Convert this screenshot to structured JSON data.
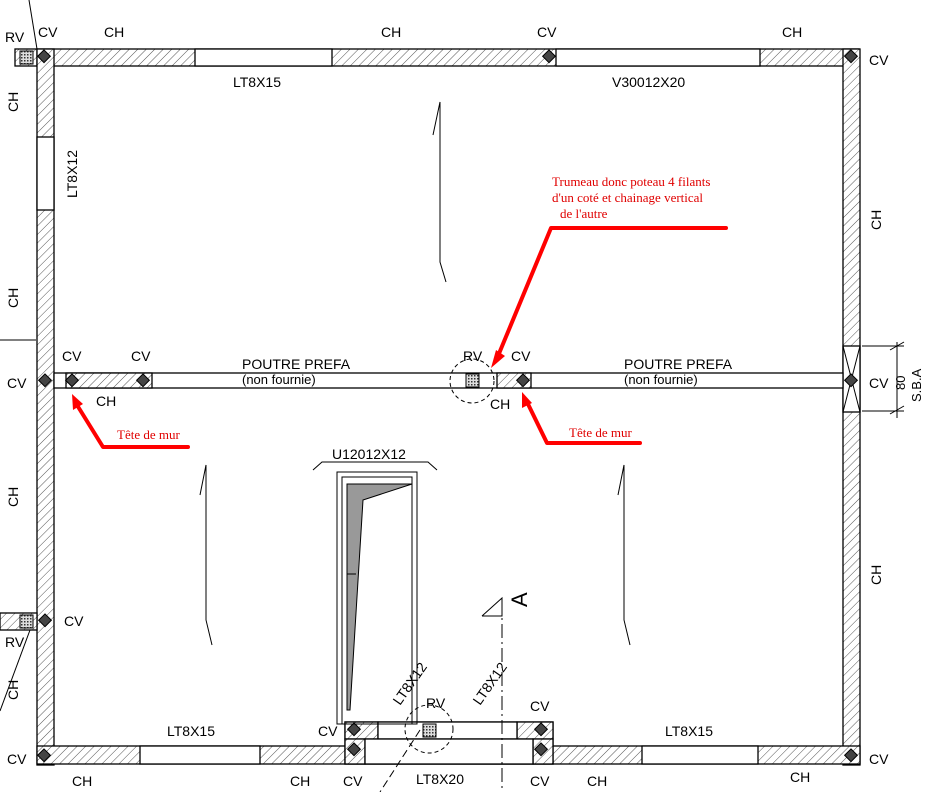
{
  "labels": {
    "cv": "CV",
    "ch": "CH",
    "rv": "RV",
    "lt8x15": "LT8X15",
    "lt8x12": "LT8X12",
    "lt8x20": "LT8X20",
    "v30012x20": "V30012X20",
    "u12012x12": "U12012X12",
    "poutre_prefa": "POUTRE PREFA",
    "non_fournie": "(non fournie)",
    "section_a": "A",
    "sba": "S.B.A",
    "dim_80": "80"
  },
  "annotations": {
    "trumeau_line1": "Trumeau donc poteau 4 filants",
    "trumeau_line2": "d'un coté et chainage vertical",
    "trumeau_line3": "de l'autre",
    "tete_de_mur": "Tête de mur"
  },
  "colors": {
    "annotation": "#e00000",
    "wall_line": "#000000",
    "hatch": "#555555"
  }
}
